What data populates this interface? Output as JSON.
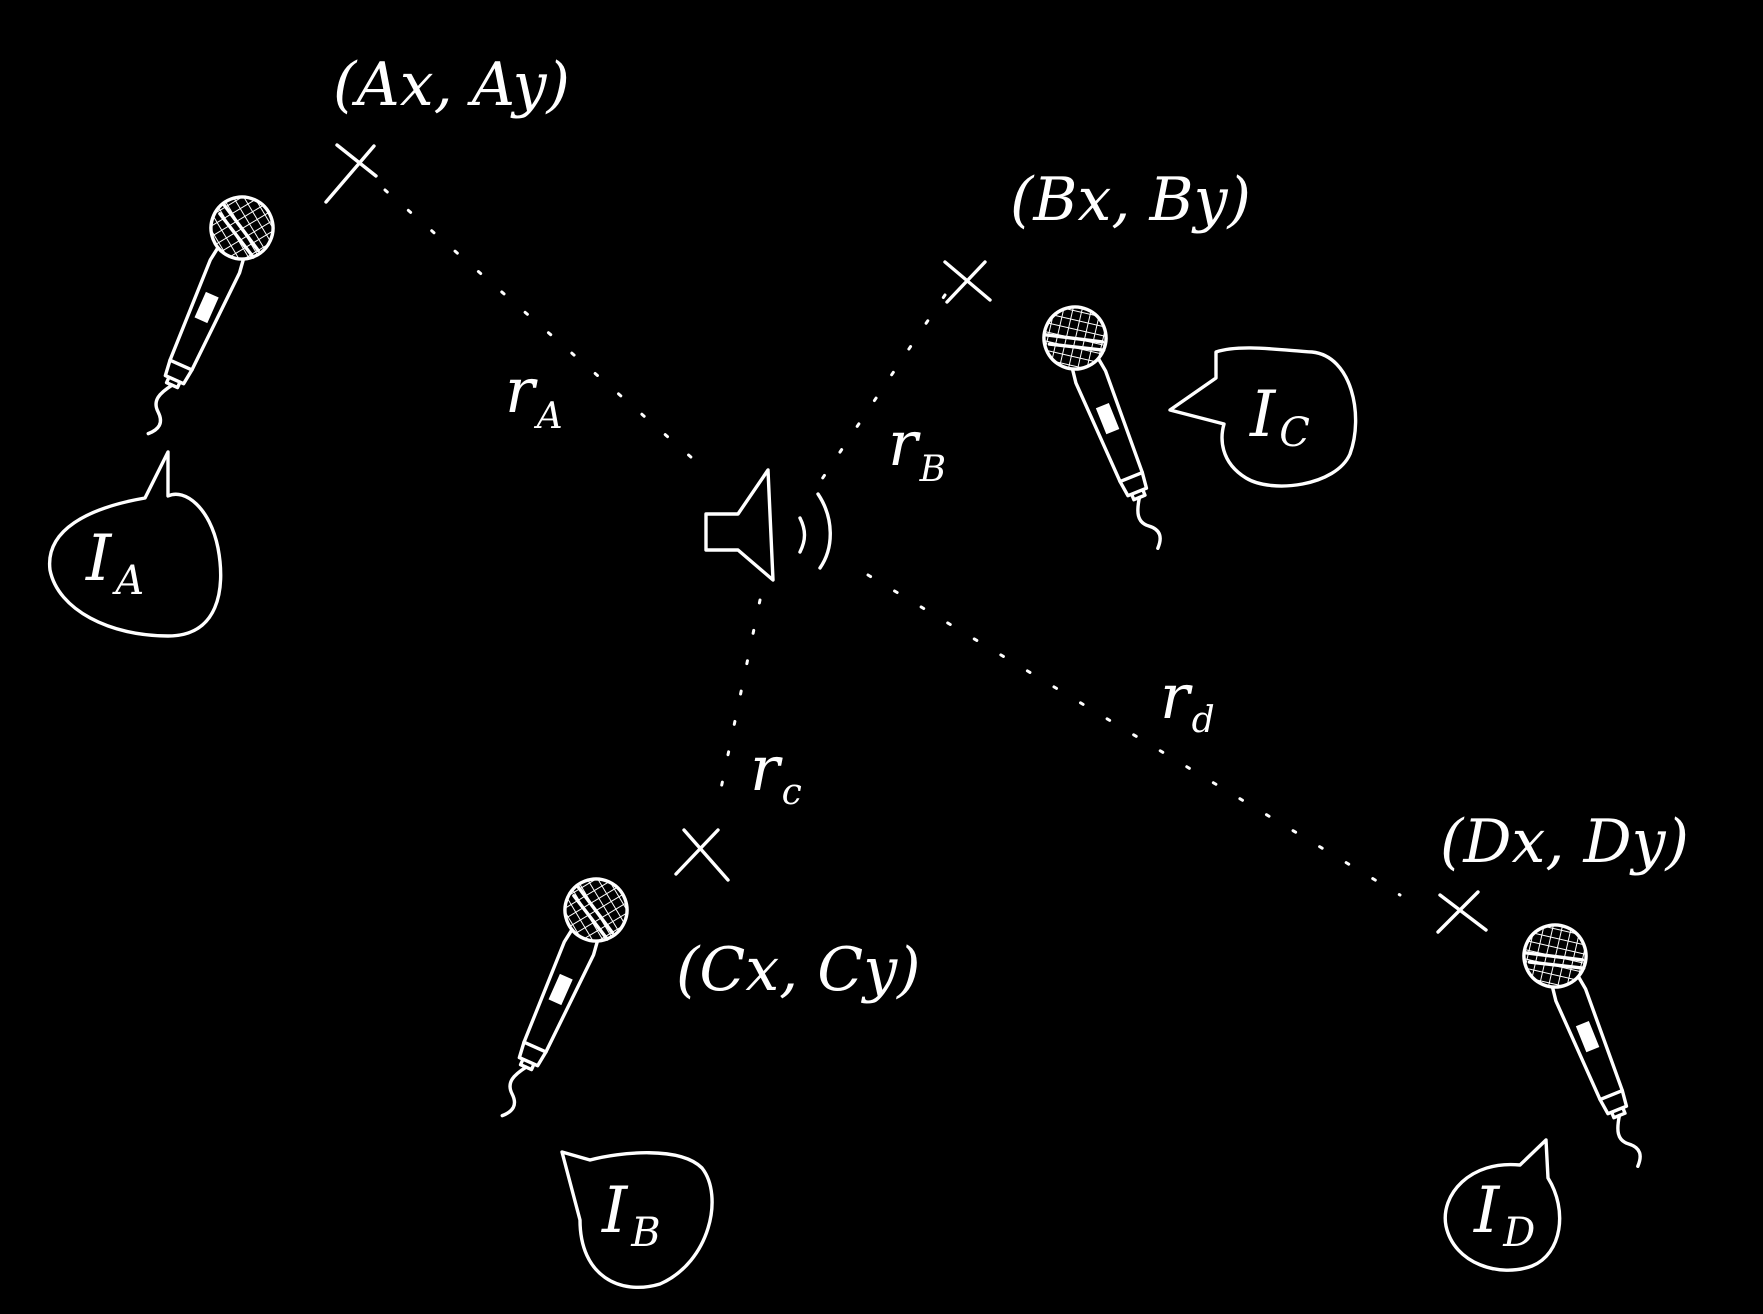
{
  "diagram": {
    "speaker": {
      "icon": "speaker-icon"
    },
    "microphones": [
      {
        "id": "A",
        "icon": "microphone-icon",
        "position_label": "(Ax, Ay)",
        "distance_symbol": "r",
        "distance_subscript": "A",
        "intensity_symbol": "I",
        "intensity_subscript": "A"
      },
      {
        "id": "B",
        "icon": "microphone-icon",
        "position_label": "(Bx, By)",
        "distance_symbol": "r",
        "distance_subscript": "B",
        "intensity_symbol": "I",
        "intensity_subscript": "C"
      },
      {
        "id": "C",
        "icon": "microphone-icon",
        "position_label": "(Cx, Cy)",
        "distance_symbol": "r",
        "distance_subscript": "c",
        "intensity_symbol": "I",
        "intensity_subscript": "B"
      },
      {
        "id": "D",
        "icon": "microphone-icon",
        "position_label": "(Dx, Dy)",
        "distance_symbol": "r",
        "distance_subscript": "d",
        "intensity_symbol": "I",
        "intensity_subscript": "D"
      }
    ]
  }
}
